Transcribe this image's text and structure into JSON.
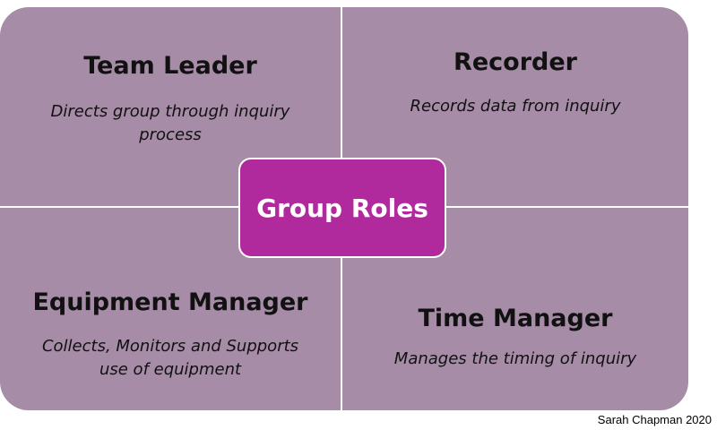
{
  "roles": [
    {
      "title": "Team Leader",
      "description": "Directs group through inquiry process"
    },
    {
      "title": "Recorder",
      "description": "Records data from inquiry"
    },
    {
      "title": "Equipment Manager",
      "description": "Collects, Monitors and Supports use of equipment"
    },
    {
      "title": "Time Manager",
      "description": "Manages the timing of inquiry"
    }
  ],
  "center": {
    "label": "Group Roles"
  },
  "credit": "Sarah Chapman 2020",
  "colors": {
    "quadrant": "#a68ca7",
    "center": "#b02a9e",
    "divider": "#ffffff"
  }
}
